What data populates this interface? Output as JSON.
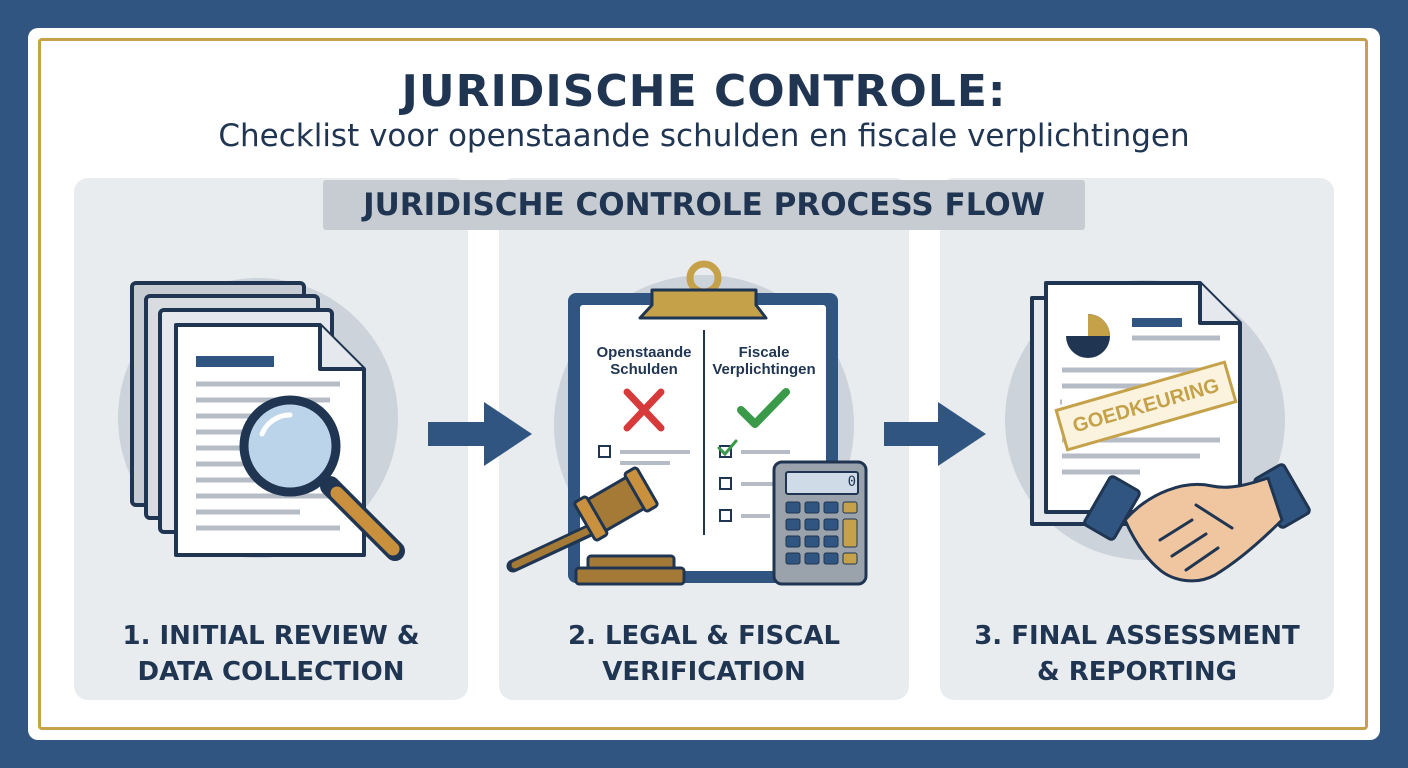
{
  "header": {
    "title": "JURIDISCHE CONTROLE:",
    "subtitle": "Checklist voor openstaande schulden en fiscale verplichtingen"
  },
  "flow": {
    "banner": "JURIDISCHE CONTROLE PROCESS FLOW",
    "steps": [
      {
        "line1": "1. INITIAL REVIEW &",
        "line2": "DATA COLLECTION",
        "icon": "documents-magnifier-icon"
      },
      {
        "line1": "2. LEGAL & FISCAL",
        "line2": "VERIFICATION",
        "icon": "clipboard-gavel-calculator-icon"
      },
      {
        "line1": "3. FINAL ASSESSMENT",
        "line2": "& REPORTING",
        "icon": "report-handshake-icon"
      }
    ]
  },
  "clipboard": {
    "left_heading_1": "Openstaande",
    "left_heading_2": "Schulden",
    "right_heading_1": "Fiscale",
    "right_heading_2": "Verplichtingen"
  },
  "calculator": {
    "display": "0"
  },
  "report": {
    "stamp": "GOEDKEURING"
  },
  "colors": {
    "background": "#2f5580",
    "navy": "#1f3552",
    "gold": "#c5a24a",
    "panel": "#e9ecef",
    "cross": "#d63a3a",
    "check": "#3a9a4a"
  }
}
